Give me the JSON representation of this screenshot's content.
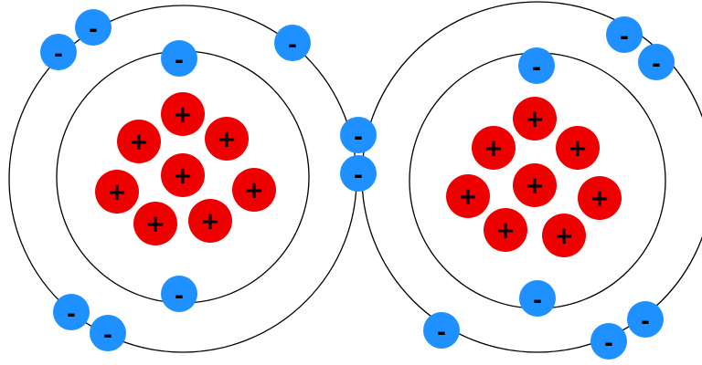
{
  "colors": {
    "background": "#ffffff",
    "orbit": "#000000",
    "proton": "#ee0000",
    "electron": "#1e90ff",
    "symbol": "#000000"
  },
  "symbols": {
    "proton": "+",
    "electron": "-"
  },
  "atoms": [
    {
      "name": "left-atom",
      "protons": 8,
      "electrons": 8
    },
    {
      "name": "right-atom",
      "protons": 8,
      "electrons": 8
    }
  ],
  "shared_electrons": 2
}
